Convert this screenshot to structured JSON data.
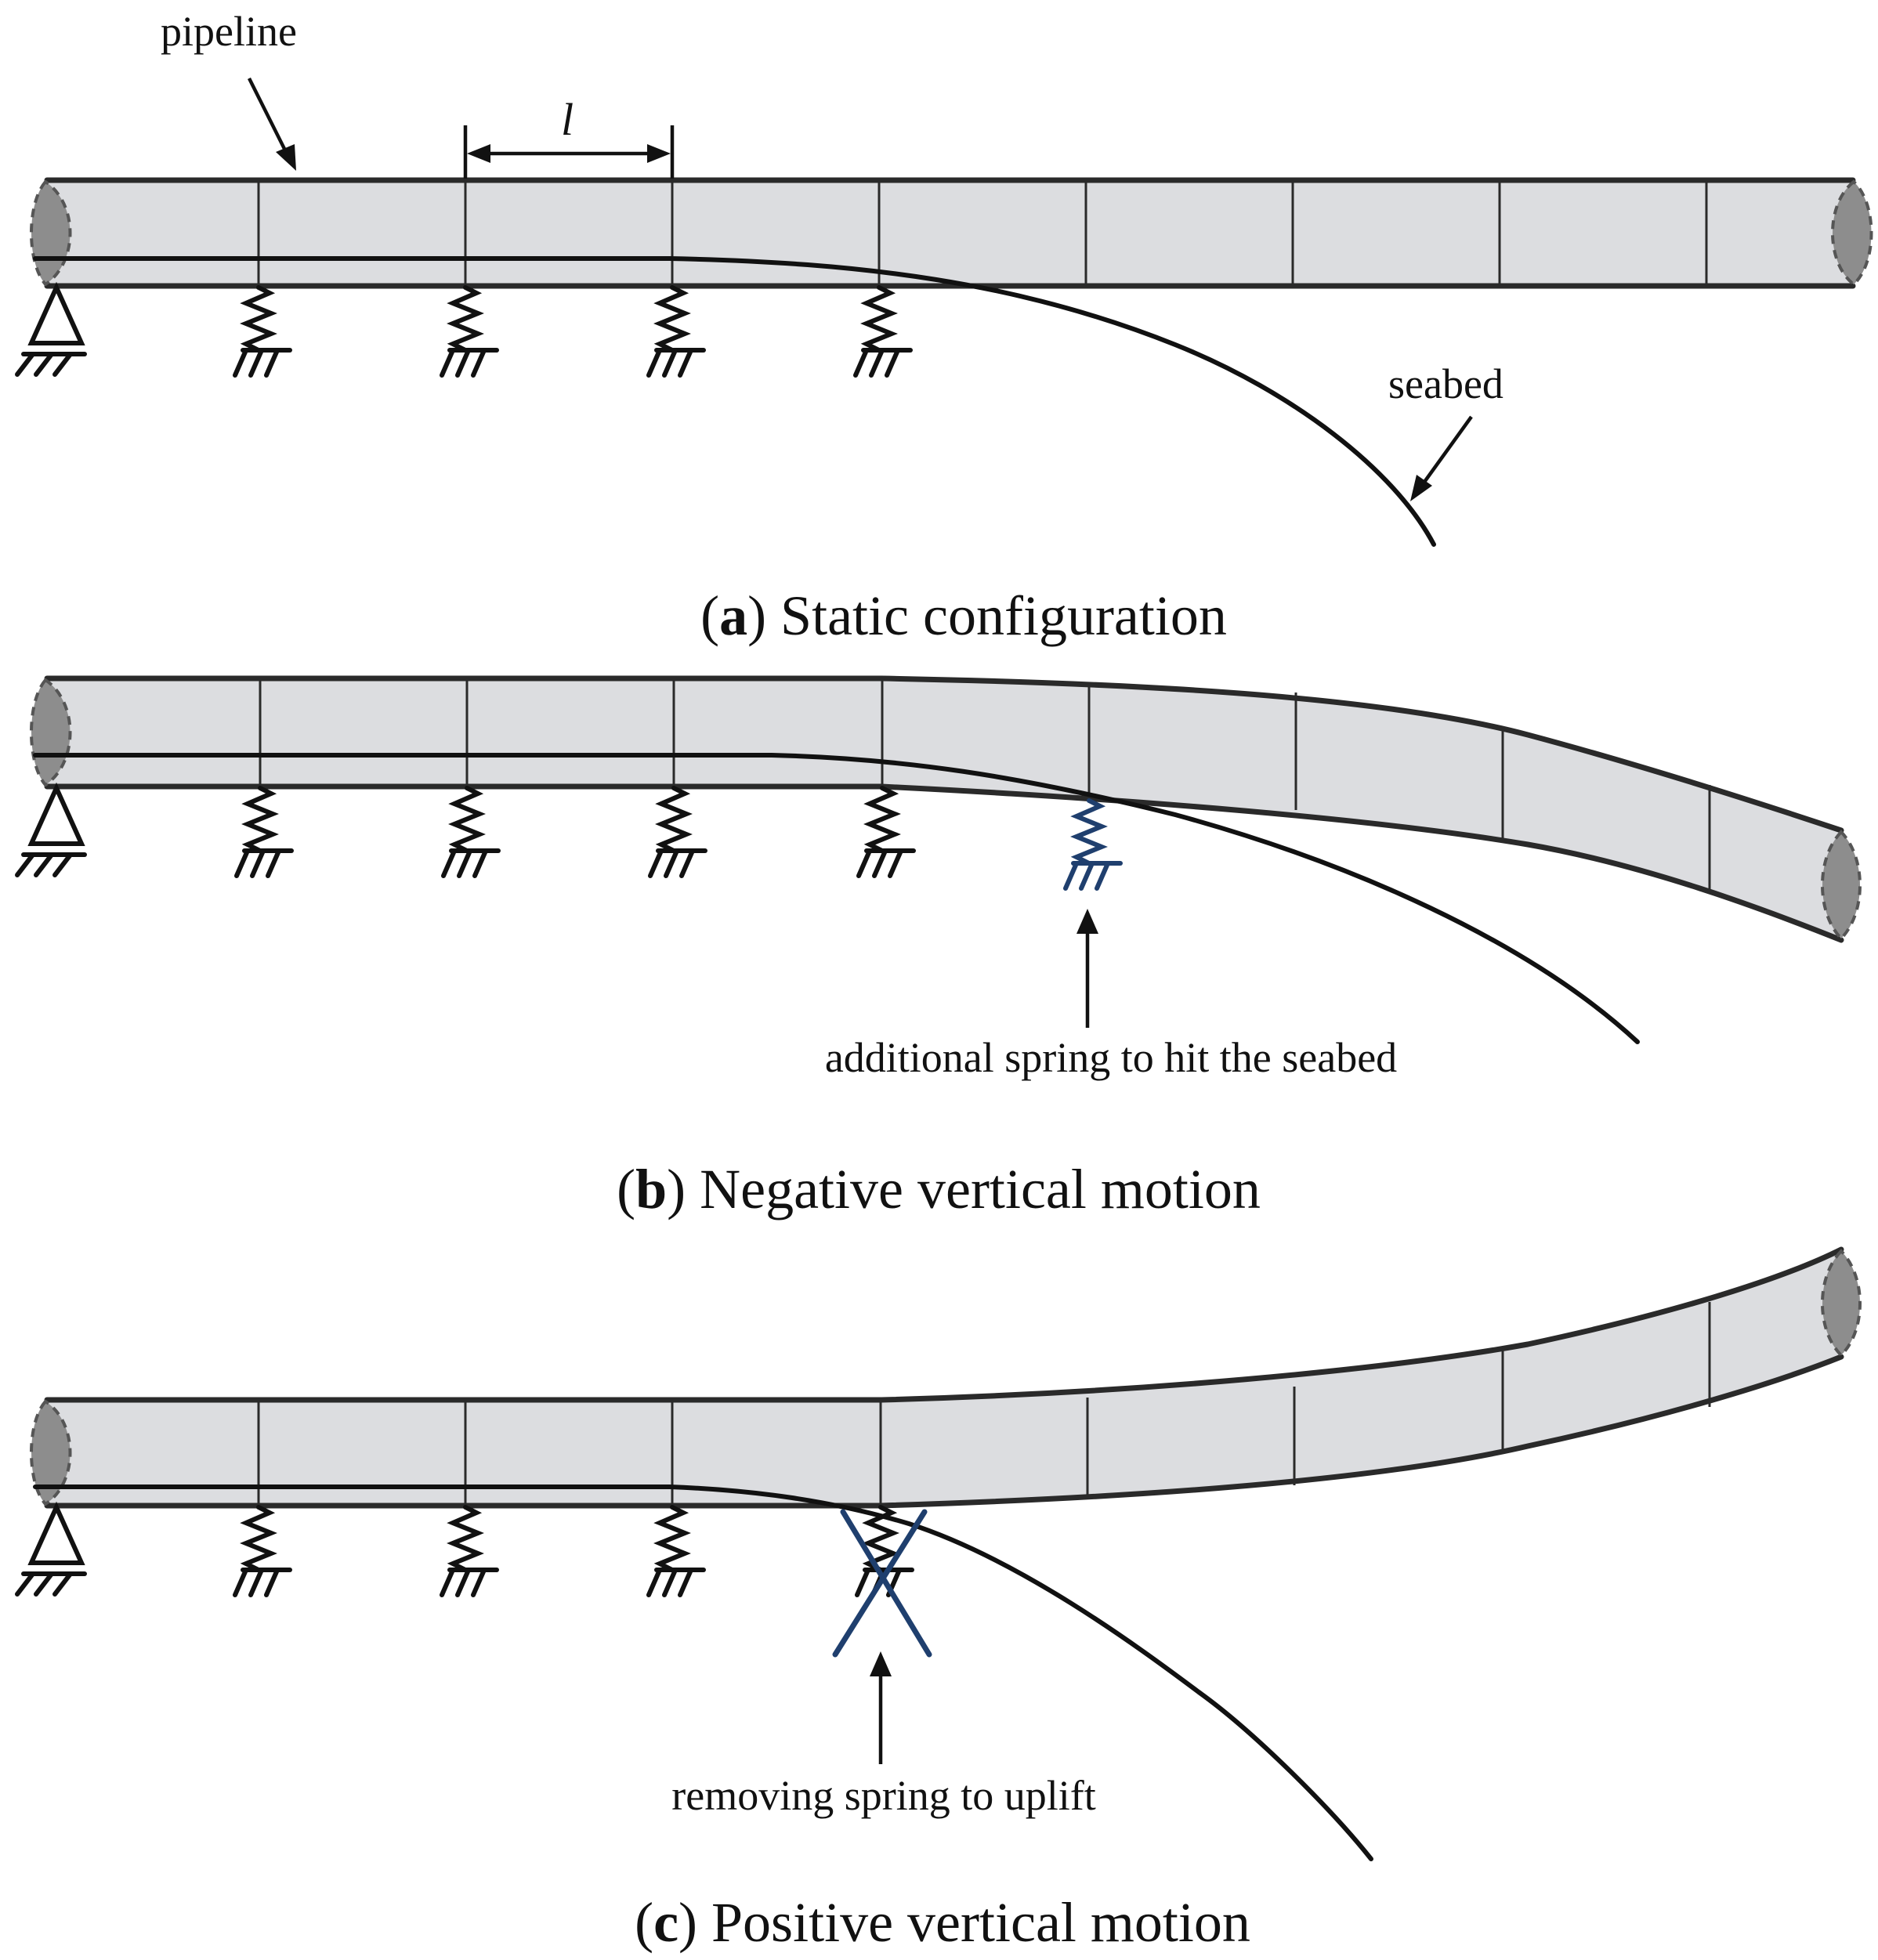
{
  "labels": {
    "pipeline": "pipeline",
    "length_symbol": "l",
    "seabed": "seabed",
    "additional_spring": "additional spring to hit the seabed",
    "removing_spring": "removing spring to uplift"
  },
  "captions": {
    "a": {
      "letter": "a",
      "text": " Static configuration"
    },
    "b": {
      "letter": "b",
      "text": " Negative vertical motion"
    },
    "c": {
      "letter": "c",
      "text": " Positive vertical motion"
    }
  },
  "colors": {
    "pipe_fill": "#dcdde0",
    "outline": "#2a2a2a",
    "highlight_blue": "#1f3f6e",
    "end_cap": "#8d8d8d"
  },
  "panels": [
    {
      "id": "a",
      "springs": 4,
      "pipe_segments": 9,
      "state": "static"
    },
    {
      "id": "b",
      "springs": 5,
      "added_spring": true,
      "pipe_segments": 9,
      "state": "deflected-down"
    },
    {
      "id": "c",
      "springs": 4,
      "removed_spring": true,
      "pipe_segments": 9,
      "state": "deflected-up"
    }
  ]
}
